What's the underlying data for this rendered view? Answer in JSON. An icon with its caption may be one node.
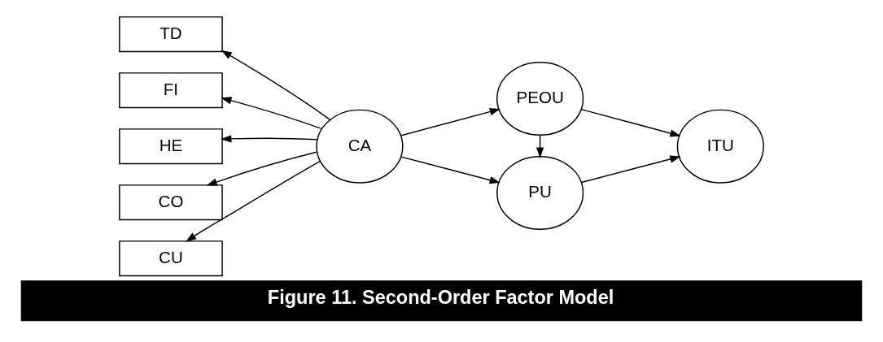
{
  "diagram": {
    "caption": "Figure 11. Second-Order Factor Model",
    "nodes": [
      {
        "text": [
          "TD"
        ]
      },
      {
        "text": [
          "FI"
        ]
      },
      {
        "text": [
          "HE"
        ]
      },
      {
        "text": [
          "CO"
        ]
      },
      {
        "text": [
          "CU"
        ]
      },
      {
        "text": [
          "CA"
        ]
      },
      {
        "text": [
          "PU"
        ]
      },
      {
        "text": [
          "PEOU"
        ]
      },
      {
        "text": [
          "ITU"
        ]
      }
    ],
    "edges": [
      {
        "from": 5,
        "to": 0,
        "arrow": "to"
      },
      {
        "from": 5,
        "to": 1,
        "arrow": "to"
      },
      {
        "from": 5,
        "to": 2,
        "arrow": "to"
      },
      {
        "from": 5,
        "to": 3,
        "arrow": "to"
      },
      {
        "from": 5,
        "to": 4,
        "arrow": "to"
      },
      {
        "from": 5,
        "to": 6,
        "arrow": "to"
      },
      {
        "from": 5,
        "to": 7,
        "arrow": "to"
      },
      {
        "from": 7,
        "to": 6,
        "arrow": "to"
      },
      {
        "from": 6,
        "to": 8,
        "arrow": "to"
      },
      {
        "from": 7,
        "to": 8,
        "arrow": "to"
      }
    ]
  }
}
